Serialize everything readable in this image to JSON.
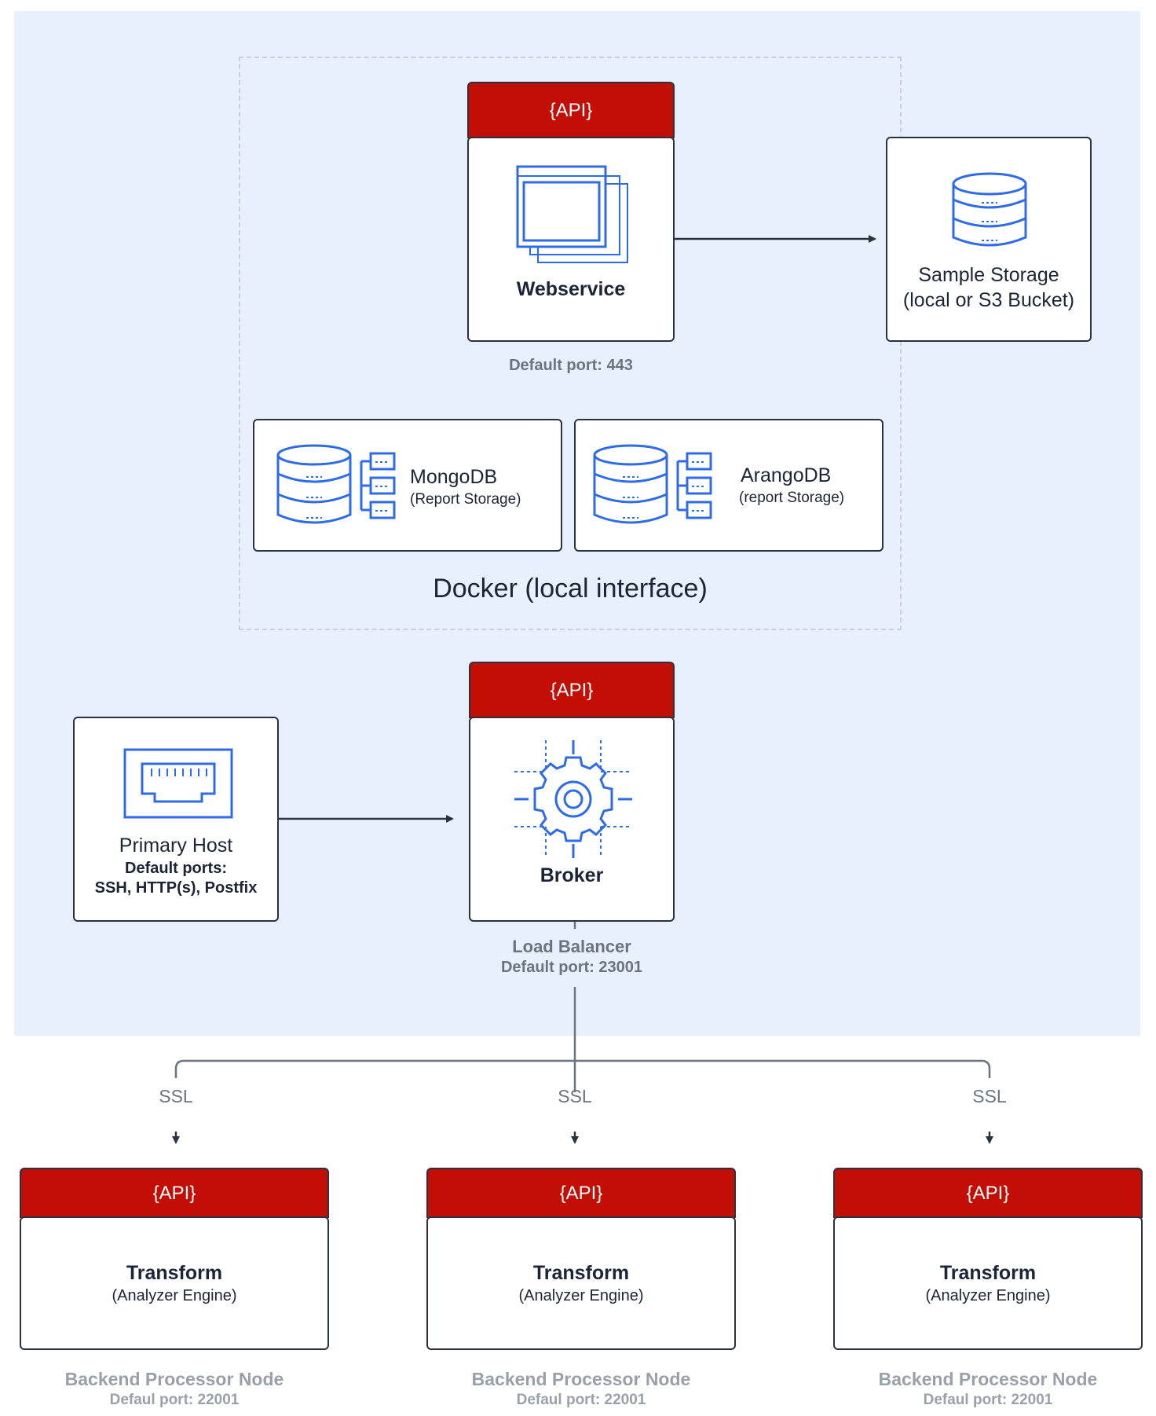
{
  "docker": {
    "label": "Docker (local interface)"
  },
  "webservice": {
    "api": "{API}",
    "title": "Webservice",
    "port": "Default port: 443"
  },
  "sample_storage": {
    "line1": "Sample Storage",
    "line2": "(local or S3 Bucket)"
  },
  "mongodb": {
    "title": "MongoDB",
    "sub": "(Report Storage)"
  },
  "arangodb": {
    "title": "ArangoDB",
    "sub": "(report Storage)"
  },
  "primary_host": {
    "title": "Primary Host",
    "line2": "Default ports:",
    "line3": "SSH, HTTP(s), Postfix"
  },
  "broker": {
    "api": "{API}",
    "title": "Broker",
    "caption1": "Load Balancer",
    "caption2": "Default port: 23001"
  },
  "ssl_label": "SSL",
  "nodes": [
    {
      "api": "{API}",
      "title": "Transform",
      "sub": "(Analyzer Engine)",
      "caption1": "Backend Processor Node",
      "caption2": "Defaul port: 22001"
    },
    {
      "api": "{API}",
      "title": "Transform",
      "sub": "(Analyzer Engine)",
      "caption1": "Backend Processor Node",
      "caption2": "Defaul port: 22001"
    },
    {
      "api": "{API}",
      "title": "Transform",
      "sub": "(Analyzer Engine)",
      "caption1": "Backend Processor Node",
      "caption2": "Defaul port: 22001"
    }
  ],
  "colors": {
    "api_red": "#c20e05",
    "panel_bg": "#e9f0fd",
    "icon_blue": "#2e6be6",
    "line": "#2a3140"
  }
}
